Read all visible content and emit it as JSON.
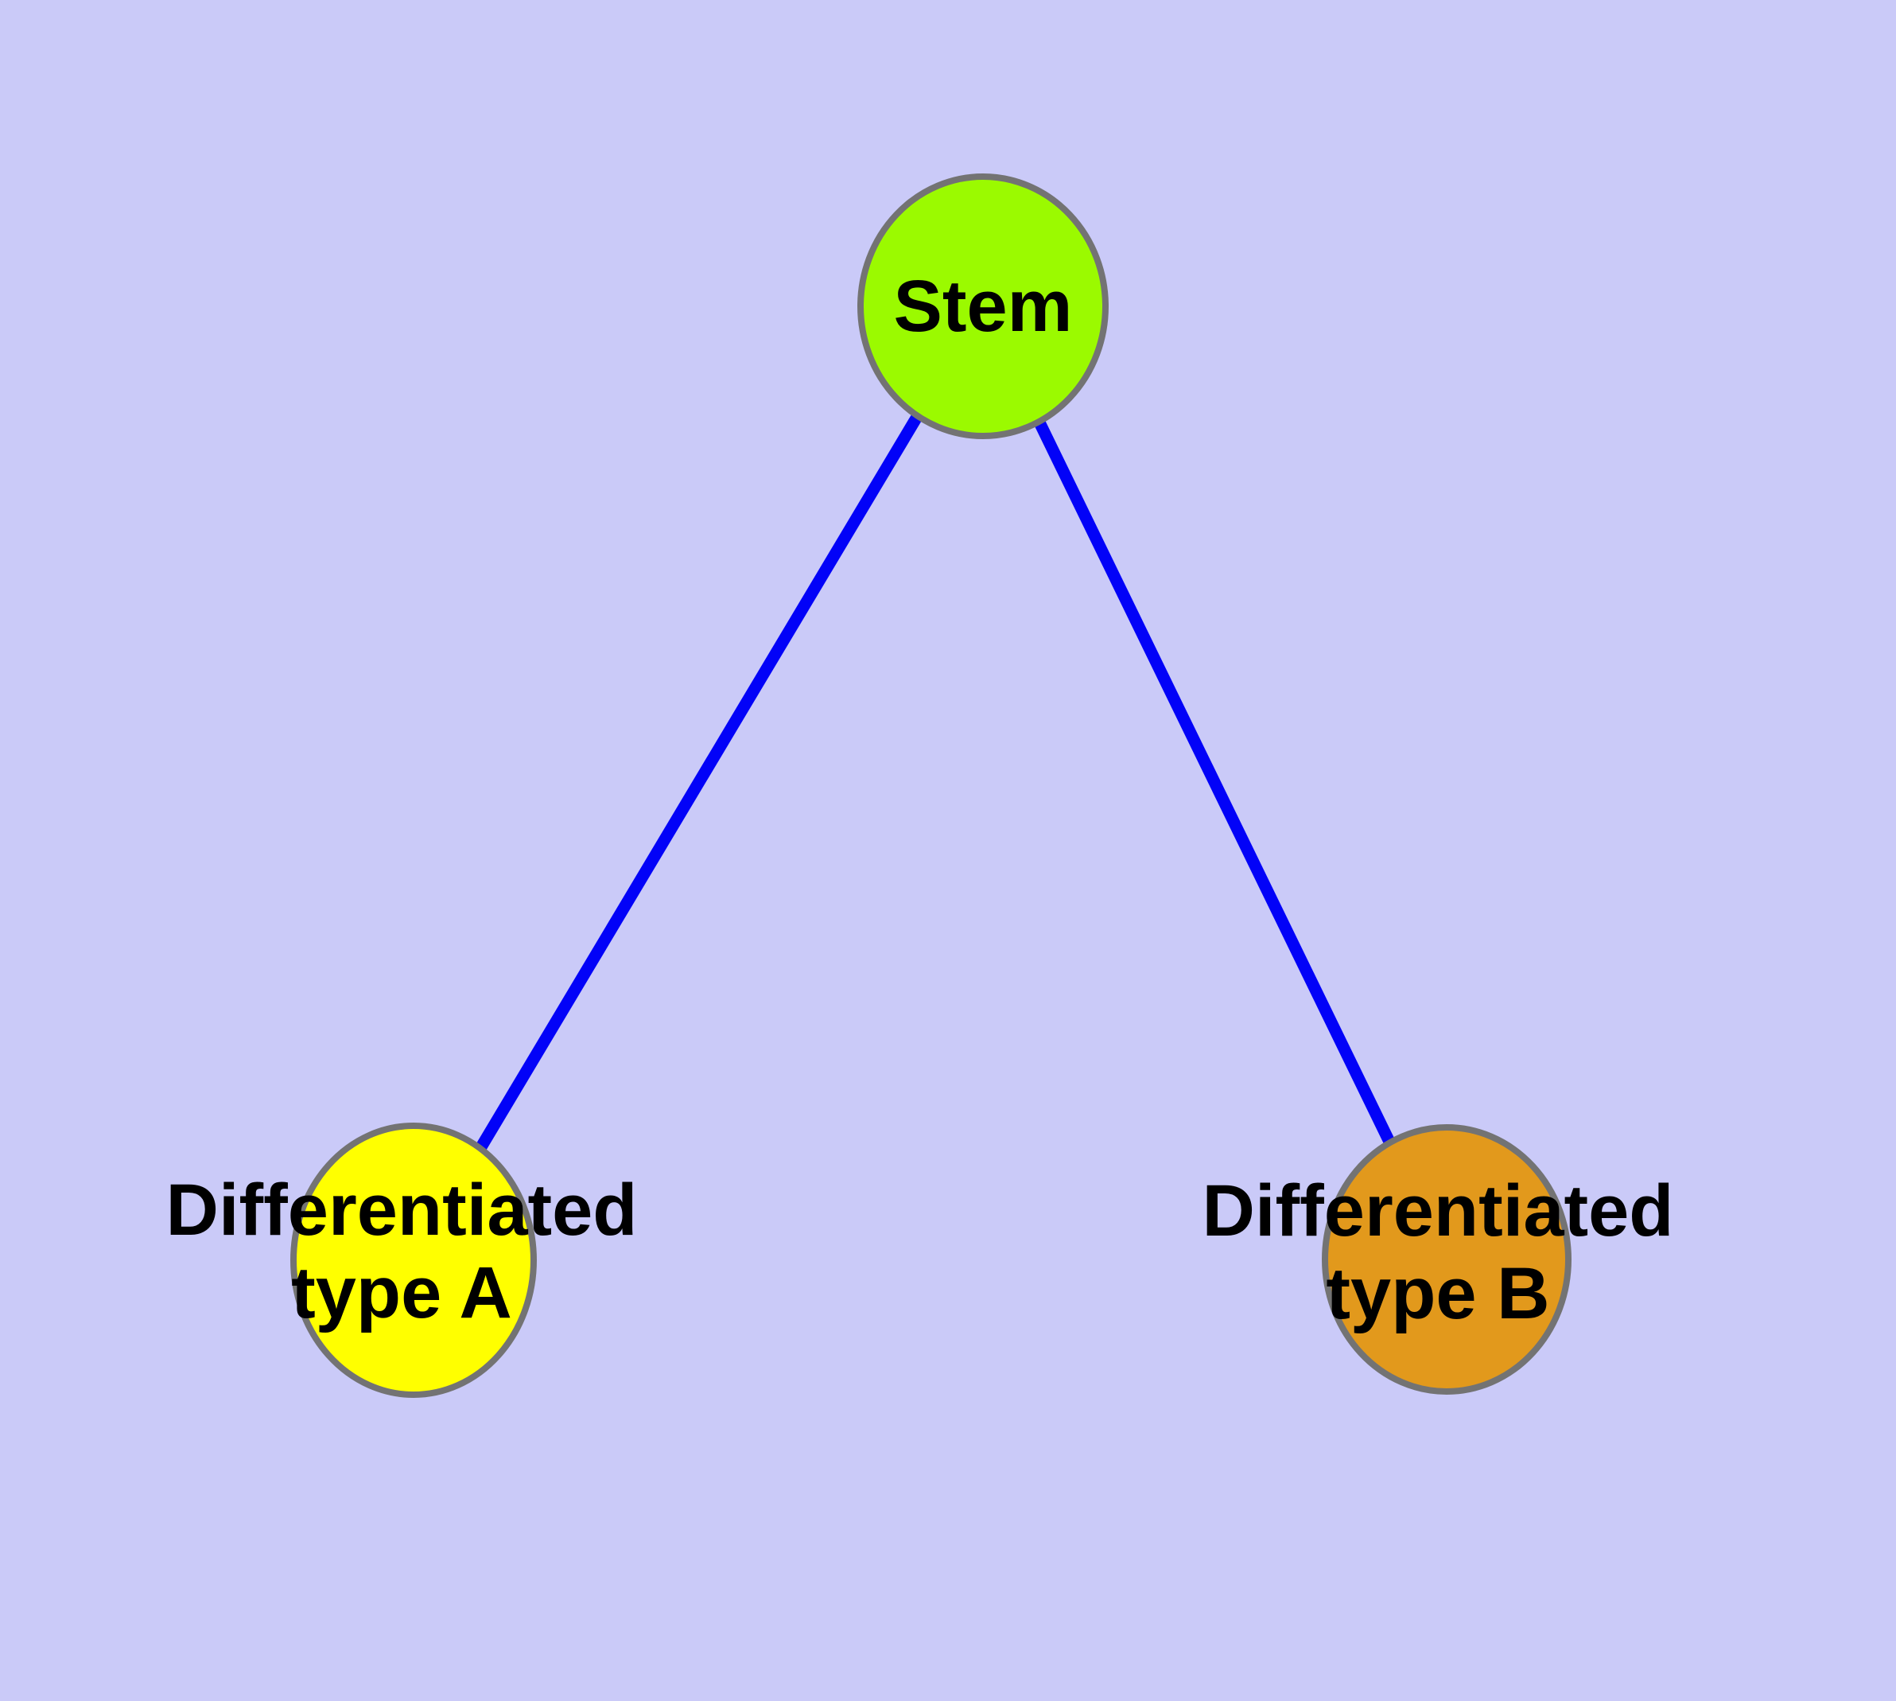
{
  "canvas": {
    "background_color": "#CACAF8",
    "edge_color": "#0202F8",
    "node_border_color": "#737373",
    "label_color": "#000000"
  },
  "nodes": [
    {
      "id": "stem",
      "label": "Stem",
      "fill": "#9BFA00"
    },
    {
      "id": "differentiated-type-a",
      "label_line1": "Differentiated",
      "label_line2": "type A",
      "fill": "#FFFF00"
    },
    {
      "id": "differentiated-type-b",
      "label_line1": "Differentiated",
      "label_line2": "type B",
      "fill": "#E2991C"
    }
  ],
  "edges": [
    {
      "source": "stem",
      "target": "differentiated-type-a"
    },
    {
      "source": "stem",
      "target": "differentiated-type-b"
    }
  ]
}
